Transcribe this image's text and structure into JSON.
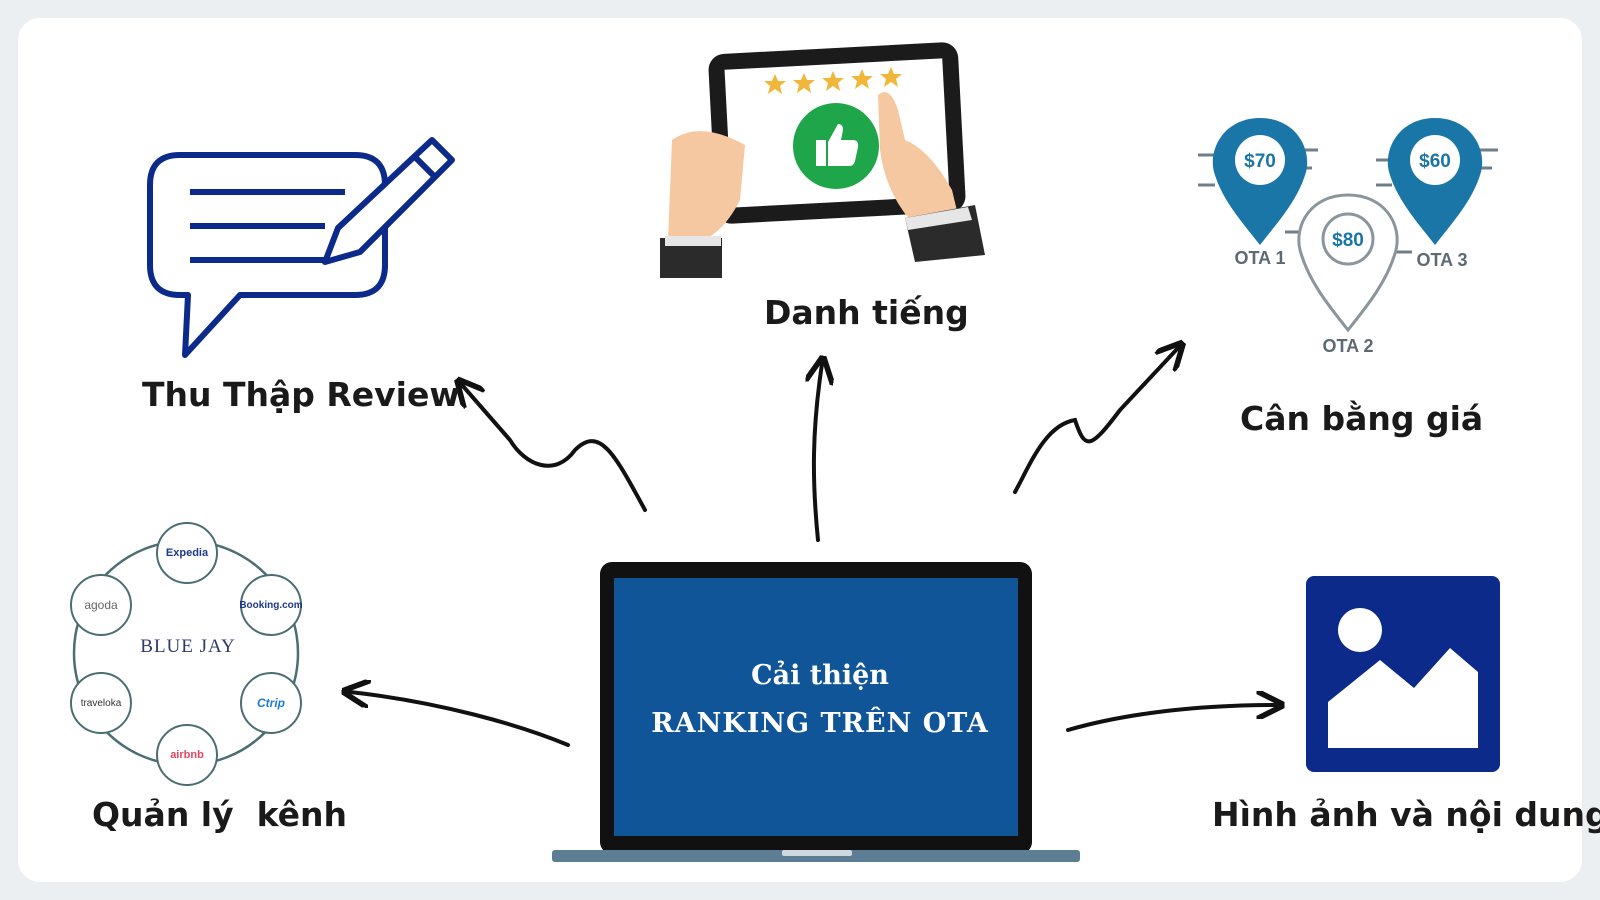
{
  "center": {
    "line1": "Cải thiện",
    "line2": "RANKING TRÊN OTA"
  },
  "labels": {
    "review": "Thu Thập Review",
    "reputation": "Danh tiếng",
    "price": "Cân bằng giá",
    "channels": "Quản lý  kênh",
    "content": "Hình ảnh và nội dung"
  },
  "price_pins": [
    {
      "price": "$70",
      "ota": "OTA 1"
    },
    {
      "price": "$80",
      "ota": "OTA 2"
    },
    {
      "price": "$60",
      "ota": "OTA 3"
    }
  ],
  "channel_hub": {
    "center": "BLUE JAY",
    "logos": [
      "Expedia",
      "Booking.com",
      "Ctrip",
      "airbnb",
      "traveloka",
      "agoda"
    ]
  },
  "colors": {
    "laptop_screen": "#0f5598",
    "pin_blue": "#1a76a6",
    "navy": "#0b2a8a",
    "thumb_green": "#1fa64a",
    "star_gold": "#f0b73a"
  }
}
